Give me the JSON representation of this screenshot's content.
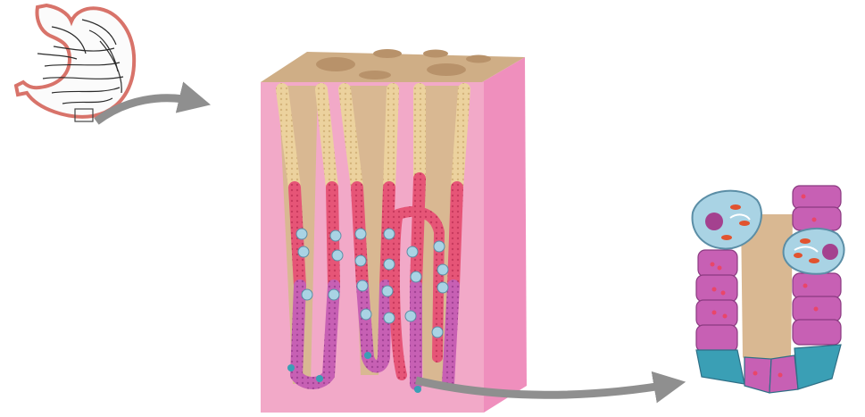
{
  "diagram": {
    "panels": [
      "stomach-overview",
      "gastric-mucosa-block",
      "gastric-gland-detail"
    ],
    "colors": {
      "stomach_outline": "#d8736a",
      "arrow": "#8f8f8f",
      "surface": "#cfae86",
      "surface_pit": "#b8926a",
      "tissue_front": "#f2a9c8",
      "tissue_side": "#ef8fbd",
      "mucous_cells": "#ecd29e",
      "neck_cells": "#e65577",
      "chief_cells": "#c760b4",
      "parietal_cells": "#a9d3e4",
      "enteroendocrine_cells": "#3a9fb5",
      "lumen": "#d9b892"
    }
  }
}
